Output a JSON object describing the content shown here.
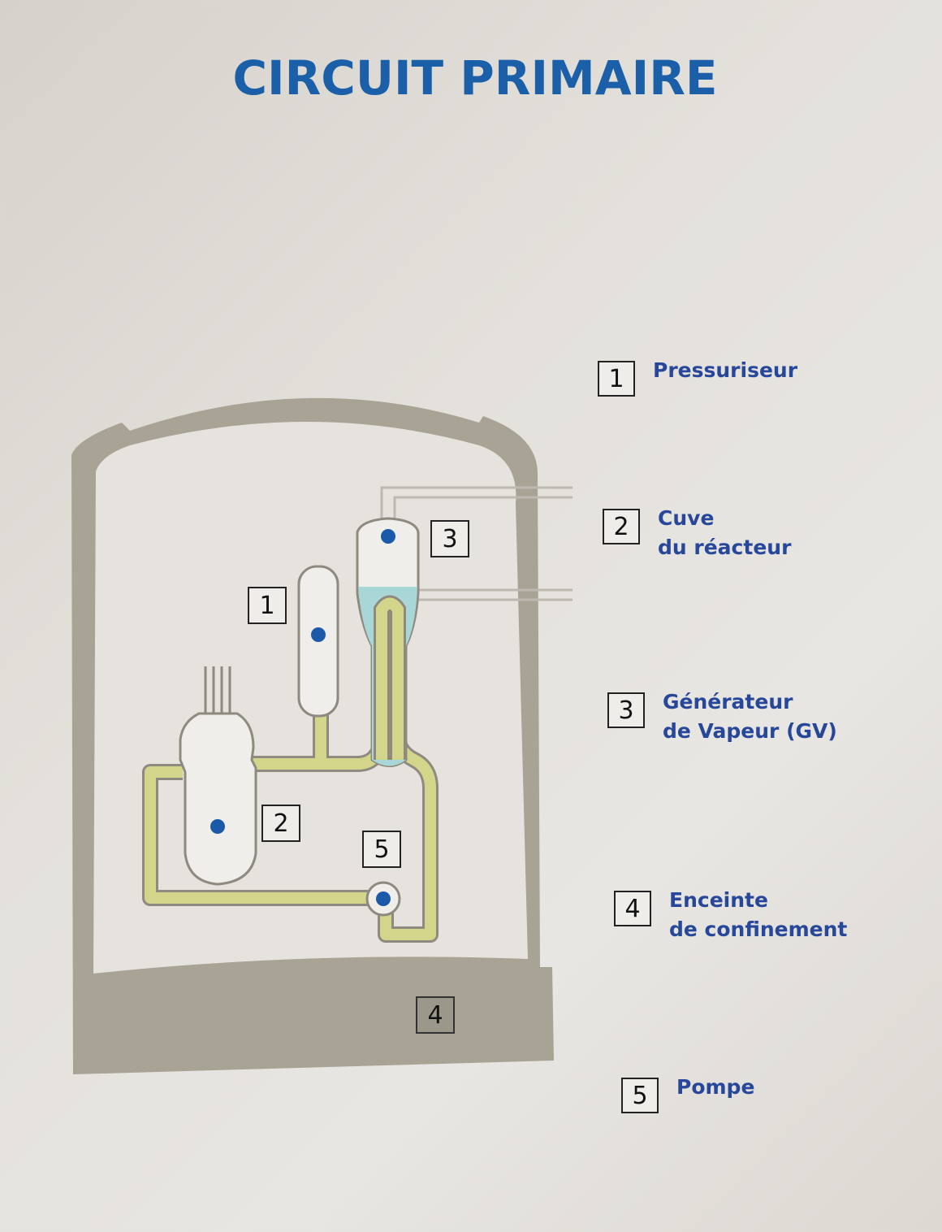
{
  "title": "CIRCUIT PRIMAIRE",
  "diagram_labels": {
    "1": "1",
    "2": "2",
    "3": "3",
    "4": "4",
    "5": "5"
  },
  "legend": [
    {
      "number": "1",
      "lines": [
        "Pressuriseur"
      ]
    },
    {
      "number": "2",
      "lines": [
        "Cuve",
        "du réacteur"
      ]
    },
    {
      "number": "3",
      "lines": [
        "Générateur",
        "de Vapeur (GV)"
      ]
    },
    {
      "number": "4",
      "lines": [
        "Enceinte",
        "de confinement"
      ]
    },
    {
      "number": "5",
      "lines": [
        "Pompe"
      ]
    }
  ],
  "colors": {
    "title": "#1a5fa8",
    "legend_text": "#27479a",
    "containment": "#a8a395",
    "pipe": "#d3d58a",
    "water": "#a9d6d6",
    "marker": "#1a5aa8"
  }
}
